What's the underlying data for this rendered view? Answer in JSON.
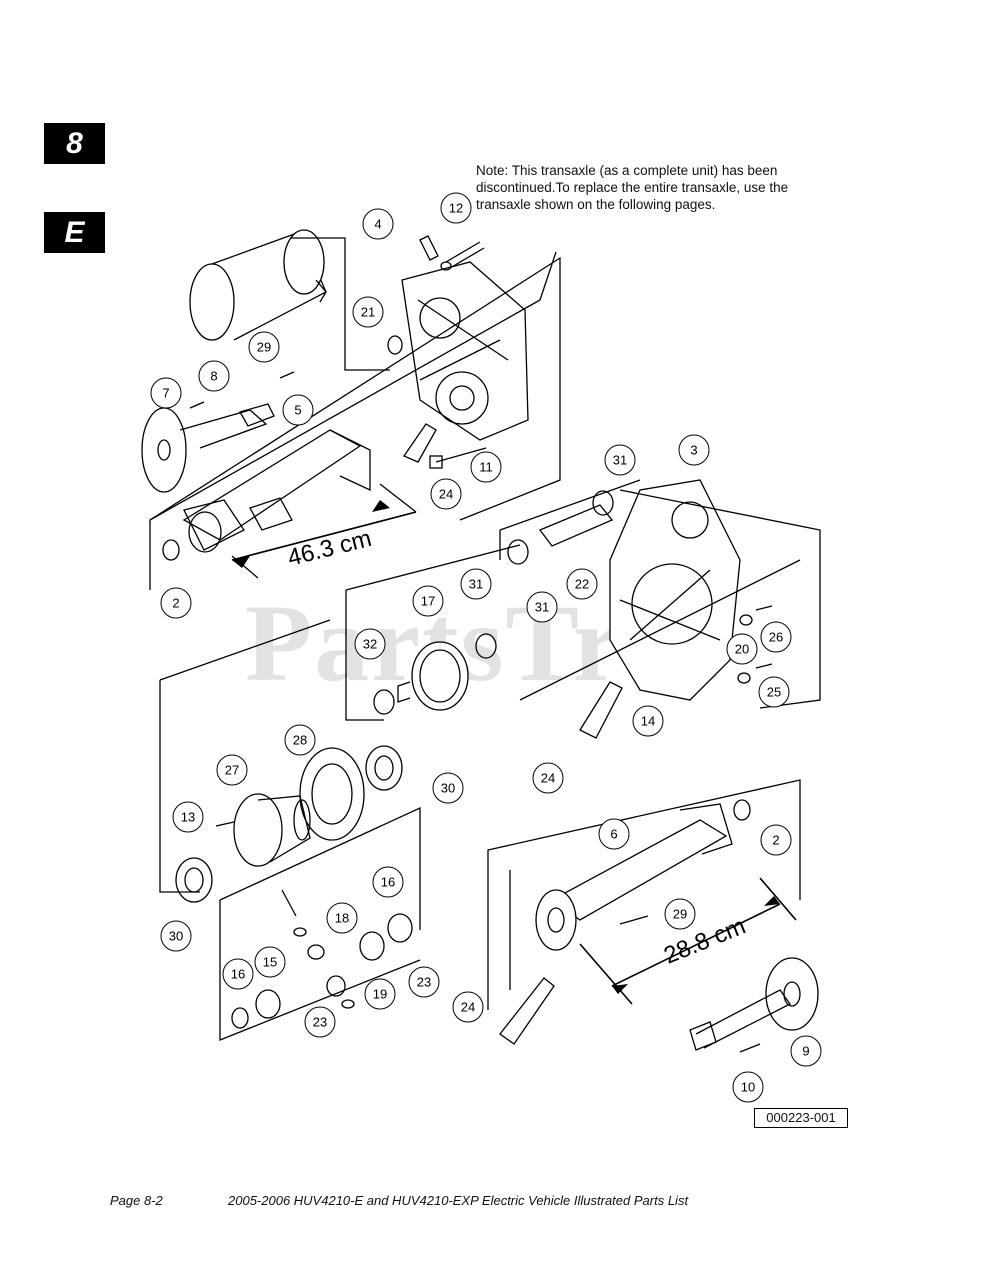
{
  "section_tab": "8",
  "subsection_tab": "E",
  "note_lines": [
    "Note: This transaxle (as a complete unit) has been",
    "discontinued.To replace the entire transaxle, use the",
    "transaxle shown on the following pages."
  ],
  "dimensions": {
    "left_axle": "46.3 cm",
    "right_axle": "28.8 cm"
  },
  "callouts": [
    "4",
    "12",
    "21",
    "29",
    "8",
    "7",
    "5",
    "11",
    "24",
    "2",
    "31",
    "3",
    "22",
    "31",
    "17",
    "31",
    "32",
    "26",
    "20",
    "25",
    "14",
    "24",
    "28",
    "27",
    "30",
    "13",
    "30",
    "16",
    "18",
    "15",
    "19",
    "23",
    "16",
    "23",
    "6",
    "2",
    "29",
    "24",
    "9",
    "10"
  ],
  "reference_code": "000223-001",
  "watermark": "PartsTree",
  "footer": {
    "page": "Page 8-2",
    "title": "2005-2006 HUV4210-E and HUV4210-EXP Electric Vehicle Illustrated Parts List"
  }
}
